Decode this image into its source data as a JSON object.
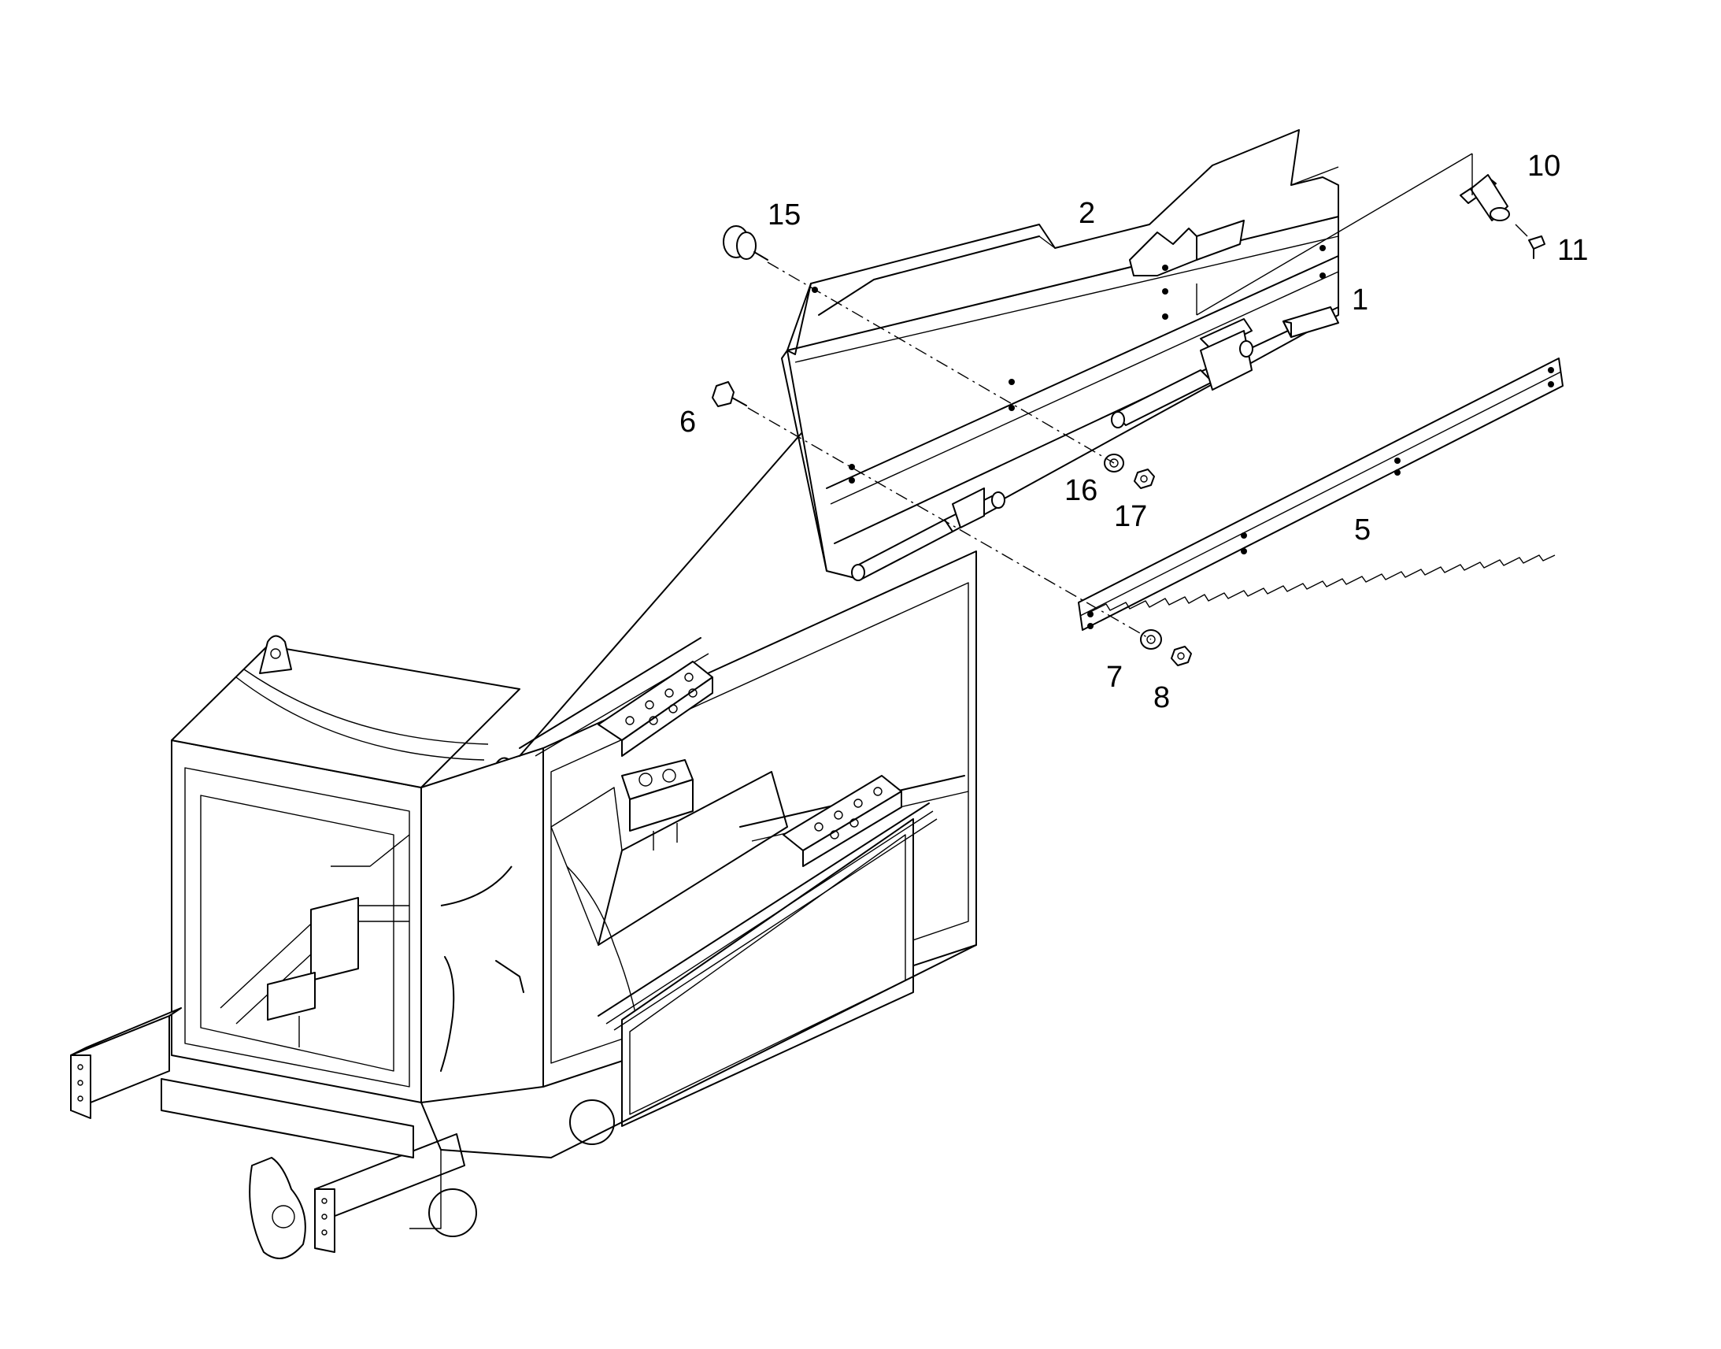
{
  "callouts": [
    {
      "id": "1",
      "text": "1"
    },
    {
      "id": "2",
      "text": "2"
    },
    {
      "id": "5",
      "text": "5"
    },
    {
      "id": "6",
      "text": "6"
    },
    {
      "id": "7",
      "text": "7"
    },
    {
      "id": "8",
      "text": "8"
    },
    {
      "id": "10",
      "text": "10"
    },
    {
      "id": "11",
      "text": "11"
    },
    {
      "id": "15",
      "text": "15"
    },
    {
      "id": "16",
      "text": "16"
    },
    {
      "id": "17",
      "text": "17"
    }
  ],
  "colors": {
    "line": "#000000",
    "background": "#ffffff"
  }
}
